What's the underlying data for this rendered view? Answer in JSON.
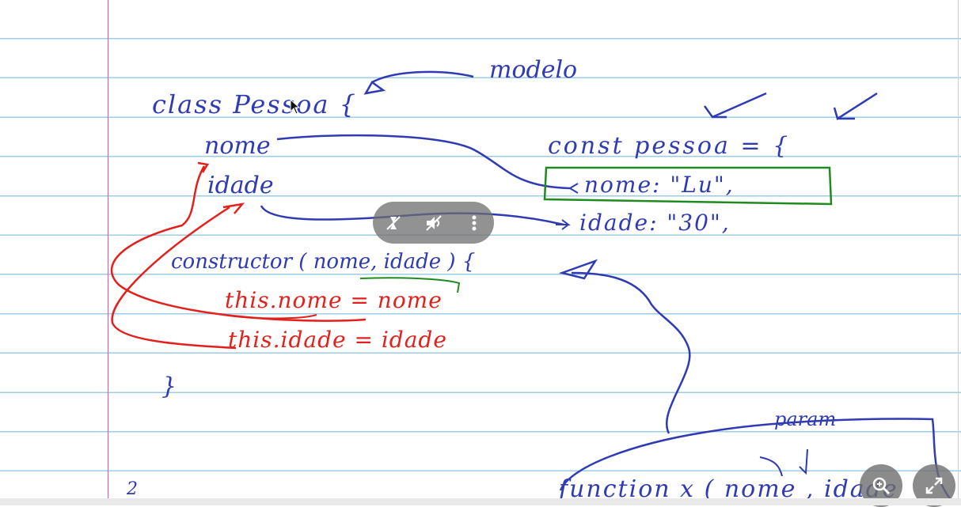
{
  "notes": {
    "modelo": "modelo",
    "class_line": "class Pessoa {",
    "nome": "nome",
    "idade": "idade",
    "constructor_line": "constructor ( nome, idade ) {",
    "this_nome": "this.nome = nome",
    "this_idade": "this.idade = idade",
    "close_brace": "}",
    "const_line": "const pessoa = {",
    "obj_nome": "nome: \"Lu\",",
    "obj_idade": "idade: \"30\",",
    "param": "param",
    "function_line": "function x ( nome , idade",
    "page_number": "2"
  },
  "controls": {
    "mute_video_icon": "video-muted-icon",
    "mute_audio_icon": "audio-muted-icon",
    "more_icon": "more-vertical-icon",
    "zoom_icon": "zoom-in-icon",
    "expand_icon": "expand-icon"
  },
  "colors": {
    "blue_ink": "#2f3bb5",
    "red_ink": "#e3201b",
    "green_ink": "#1f8a1f",
    "ruled_line": "#9ecbe6",
    "margin_line": "#e055a8"
  }
}
